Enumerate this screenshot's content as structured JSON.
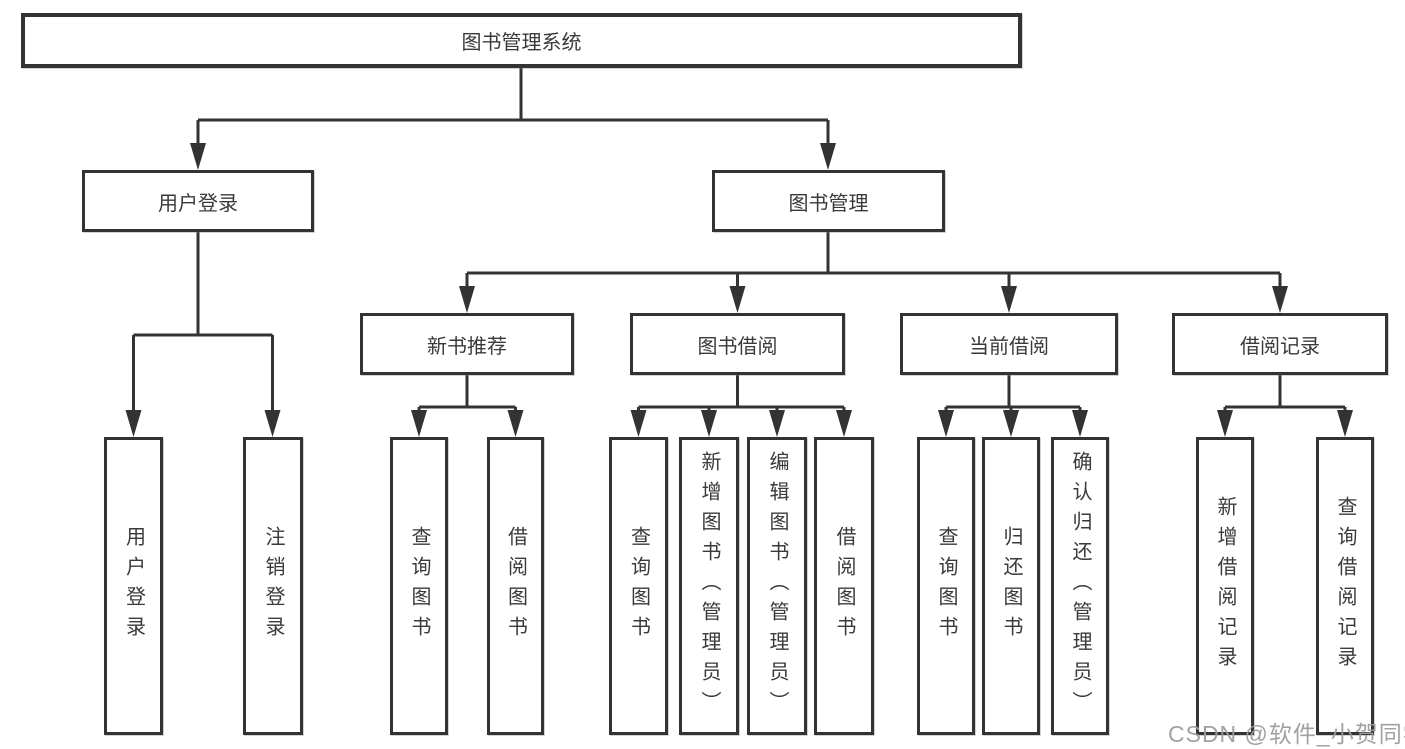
{
  "colors": {
    "line": "#333333",
    "text": "#3a3a3a",
    "box_fill": "#ffffff",
    "background": "#ffffff",
    "watermark": "#9c9c9c"
  },
  "watermark": {
    "text": "CSDN @软件_小贺同学"
  },
  "tree": {
    "label": "图书管理系统",
    "children": [
      {
        "label": "用户登录",
        "children": [
          {
            "label": "用户登录"
          },
          {
            "label": "注销登录"
          }
        ]
      },
      {
        "label": "图书管理",
        "children": [
          {
            "label": "新书推荐",
            "children": [
              {
                "label": "查询图书"
              },
              {
                "label": "借阅图书"
              }
            ]
          },
          {
            "label": "图书借阅",
            "children": [
              {
                "label": "查询图书"
              },
              {
                "label": "新增图书（管理员）"
              },
              {
                "label": "编辑图书（管理员）"
              },
              {
                "label": "借阅图书"
              }
            ]
          },
          {
            "label": "当前借阅",
            "children": [
              {
                "label": "查询图书"
              },
              {
                "label": "归还图书"
              },
              {
                "label": "确认归还（管理员）"
              }
            ]
          },
          {
            "label": "借阅记录",
            "children": [
              {
                "label": "新增借阅记录"
              },
              {
                "label": "查询借阅记录"
              }
            ]
          }
        ]
      }
    ]
  }
}
